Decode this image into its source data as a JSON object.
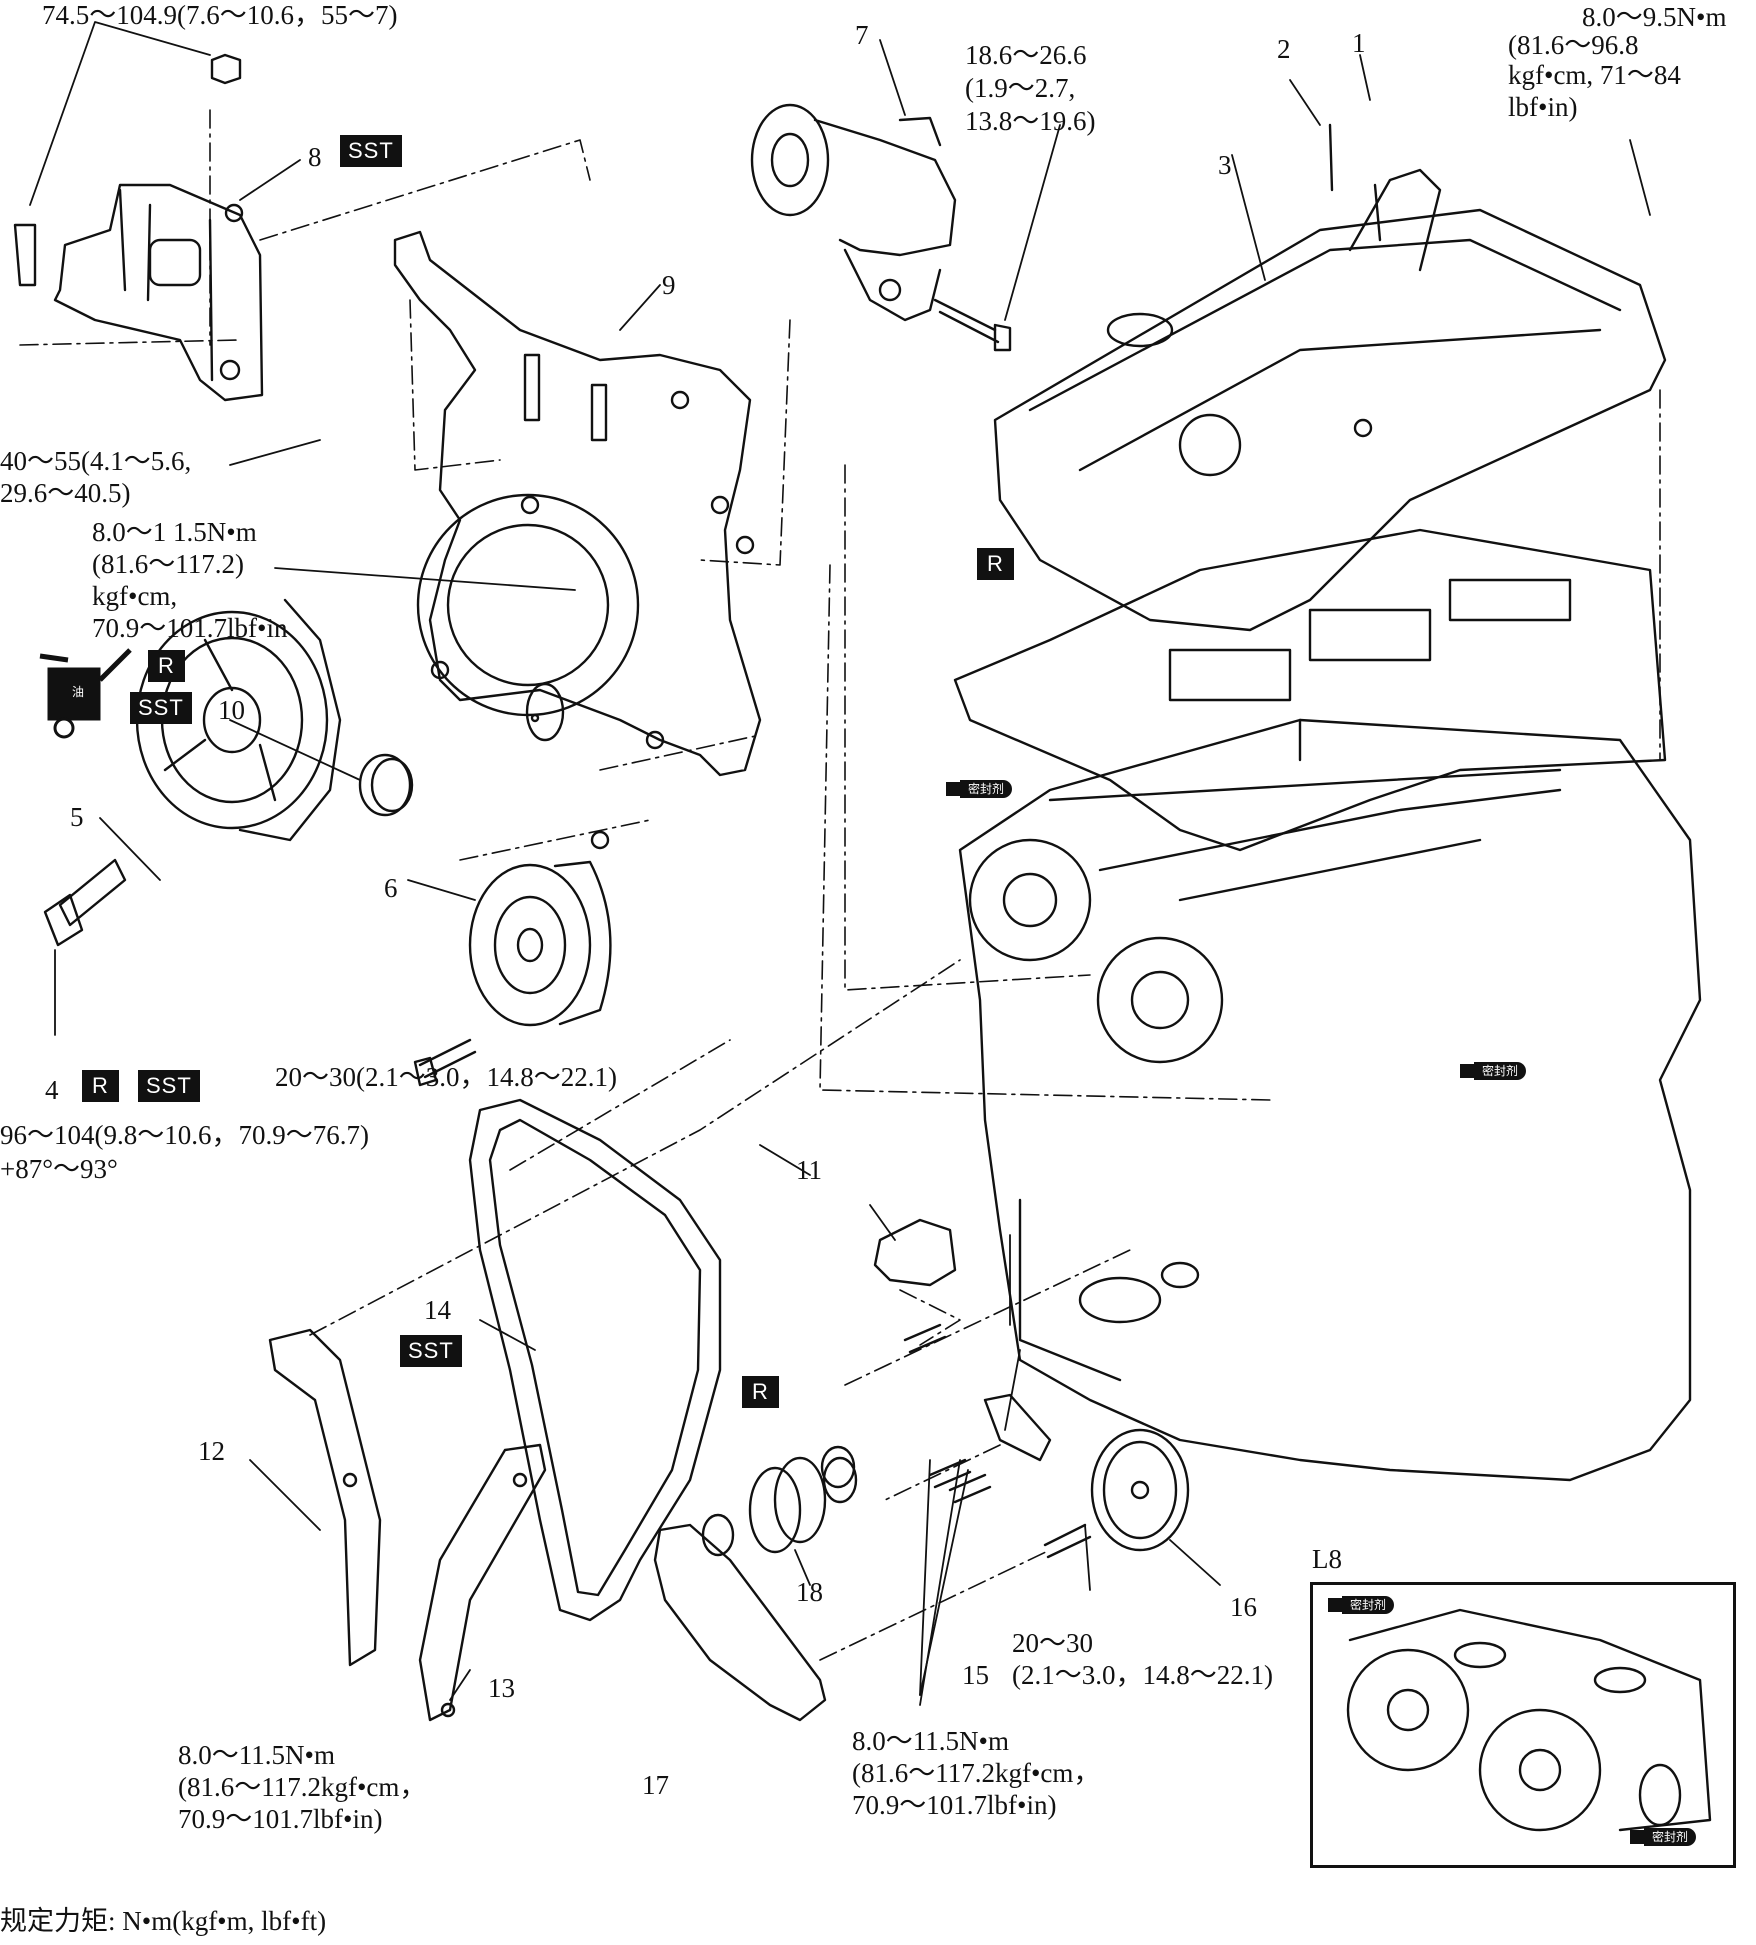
{
  "badges": {
    "sst": "SST",
    "r": "R"
  },
  "sealant": "密封剂",
  "oil": "油",
  "parts": {
    "n1": "1",
    "n2": "2",
    "n3": "3",
    "n4": "4",
    "n5": "5",
    "n6": "6",
    "n7": "7",
    "n8": "8",
    "n9": "9",
    "n10": "10",
    "n11": "11",
    "n12": "12",
    "n13": "13",
    "n14": "14",
    "n15": "15",
    "n16": "16",
    "n17": "17",
    "n18": "18"
  },
  "torques": {
    "engine_mount": "74.5～104.9(7.6～10.6，55～7)",
    "tensioner_l1": "18.6～26.6",
    "tensioner_l2": "(1.9～2.7,",
    "tensioner_l3": "13.8～19.6)",
    "cover_bolt_l1": "8.0～9.5N•m",
    "cover_bolt_l2": "(81.6～96.8",
    "cover_bolt_l3": "kgf•cm, 71～84",
    "cover_bolt_l4": "lbf•in)",
    "front_cover_l1": "40～55(4.1～5.6,",
    "front_cover_l2": "29.6～40.5)",
    "front_small_l1": "8.0～1 1.5N•m",
    "front_small_l2": "(81.6～117.2)",
    "front_small_l3": "kgf•cm,",
    "front_small_l4": "70.9～101.7lbf•in",
    "idler": "20～30(2.1～3.0，14.8～22.1)",
    "crank_l1": "96～104(9.8～10.6，70.9～76.7)",
    "crank_l2": "+87°～93°",
    "guide_l1": "8.0～11.5N•m",
    "guide_l2": "(81.6～117.2kgf•cm，",
    "guide_l3": "70.9～101.7lbf•in)",
    "pump_l1": "8.0～11.5N•m",
    "pump_l2": "(81.6～117.2kgf•cm，",
    "pump_l3": "70.9～101.7lbf•in)",
    "sprocket_l1": "20～30",
    "sprocket_l2": "(2.1～3.0，14.8～22.1)"
  },
  "inset_title": "L8",
  "footer": "规定力矩: N•m(kgf•m, lbf•ft)"
}
